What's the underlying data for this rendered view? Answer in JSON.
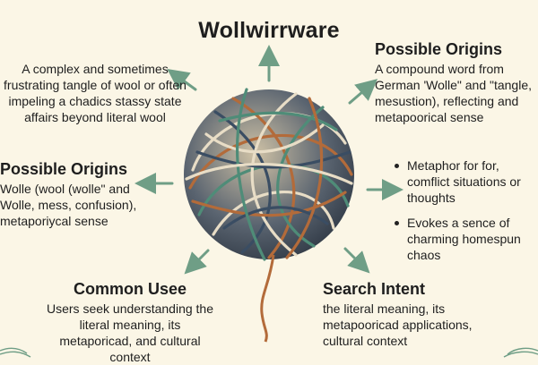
{
  "title": "Wollwirrware",
  "top_left": {
    "text": "A complex and sometimes frustrating tangle of wool or often impeling a chadics stassy state affairs beyond literal wool"
  },
  "top_right": {
    "heading": "Possible Origins",
    "text": "A compound word from German 'Wolle\" and \"tangle, mesustion), reflecting and metapoorical sense"
  },
  "mid_left": {
    "heading": "Possible Origins",
    "text": "Wolle (wool (wolle\" and Wolle, mess, confusion), metaporiycal sense"
  },
  "mid_right": {
    "bullets": [
      "Metaphor for for, comflict situations or thoughts",
      "Evokes a sence of charming homespun chaos"
    ]
  },
  "bottom_left": {
    "heading": "Common Usee",
    "text": "Users seek understanding the literal meaning, its metaporicad, and cultural context"
  },
  "bottom_right": {
    "heading": "Search Intent",
    "text": "the literal meaning, its metapooricad applications, cultural context"
  },
  "colors": {
    "background": "#fbf6e6",
    "arrow": "#6f9e86",
    "yarn_blue": "#3a4d63",
    "yarn_teal": "#4f8c78",
    "yarn_orange": "#b36b3a",
    "yarn_cream": "#e8ddc6"
  }
}
